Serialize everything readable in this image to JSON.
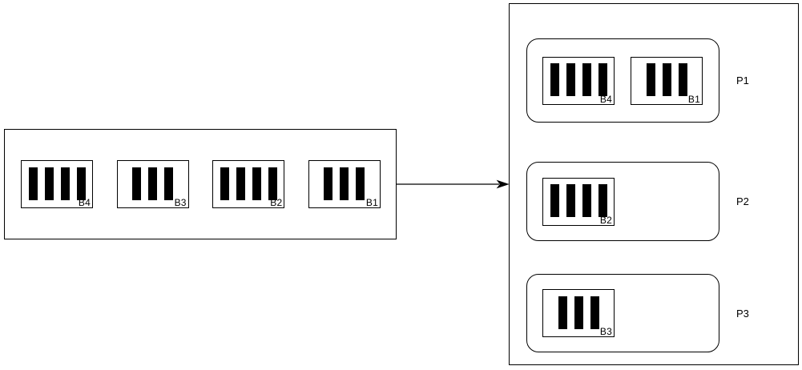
{
  "diagram": {
    "source": {
      "batches": [
        {
          "label": "B4",
          "bars": 4
        },
        {
          "label": "B3",
          "bars": 3
        },
        {
          "label": "B2",
          "bars": 4
        },
        {
          "label": "B1",
          "bars": 3
        }
      ]
    },
    "arrow": {
      "direction": "right"
    },
    "target": {
      "partitions": [
        {
          "label": "P1",
          "batches": [
            {
              "label": "B4",
              "bars": 4
            },
            {
              "label": "B1",
              "bars": 3
            }
          ]
        },
        {
          "label": "P2",
          "batches": [
            {
              "label": "B2",
              "bars": 4
            }
          ]
        },
        {
          "label": "P3",
          "batches": [
            {
              "label": "B3",
              "bars": 3
            }
          ]
        }
      ]
    },
    "colors": {
      "stroke": "#000000",
      "bar_fill": "#000000",
      "background": "#ffffff"
    }
  }
}
